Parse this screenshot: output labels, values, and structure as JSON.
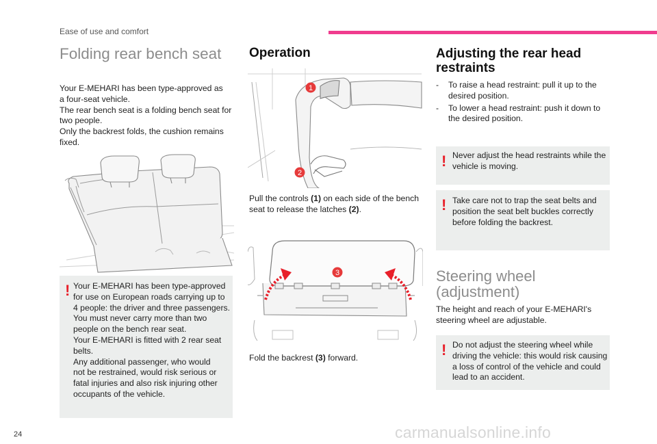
{
  "header": {
    "section": "Ease of use and comfort",
    "accent_color": "#f03c8e"
  },
  "col1": {
    "title": "Folding rear bench seat",
    "intro": [
      "Your E-MEHARI has been type-approved as",
      "a four-seat vehicle.",
      "The rear bench seat is a folding bench seat for",
      "two people.",
      "Only the backrest folds, the cushion remains",
      "fixed."
    ],
    "warning": [
      "Your E-MEHARI has been type-approved",
      "for use on European roads carrying up to",
      "4 people: the driver and three passengers.",
      "You must never carry more than two",
      "people on the bench rear seat.",
      "Your E-MEHARI is fitted with 2 rear seat",
      "belts.",
      "Any additional passenger, who would",
      "not be restrained, would risk serious or",
      "fatal injuries and also risk injuring other",
      "occupants of the vehicle."
    ]
  },
  "col2": {
    "title": "Operation",
    "callout1": "1",
    "callout2": "2",
    "callout3": "3",
    "para1_a": "Pull the controls ",
    "para1_b": "(1)",
    "para1_c": " on each side of the bench",
    "para1_d": "seat to release the latches ",
    "para1_e": "(2)",
    "para1_f": ".",
    "para2_a": "Fold the backrest ",
    "para2_b": "(3)",
    "para2_c": " forward."
  },
  "col3": {
    "title_line1": "Adjusting the rear head",
    "title_line2": "restraints",
    "bullets": [
      [
        "To raise a head restraint: pull it up to the",
        "desired position."
      ],
      [
        "To lower a head restraint: push it down to",
        "the desired position."
      ]
    ],
    "warning1": [
      "Never adjust the head restraints while the",
      "vehicle is moving."
    ],
    "warning2": [
      "Take care not to trap the seat belts and",
      "position the seat belt buckles correctly",
      "before folding the backrest."
    ],
    "steering_title_line1": "Steering wheel",
    "steering_title_line2": "(adjustment)",
    "steering_para": [
      "The height and reach of your E-MEHARI's",
      "steering wheel are adjustable."
    ],
    "warning3": [
      "Do not adjust the steering wheel while",
      "driving the vehicle: this would risk causing",
      "a loss of control of the vehicle and could",
      "lead to an accident."
    ]
  },
  "footer": {
    "page_number": "24",
    "watermark": "carmanualsonline.info"
  },
  "colors": {
    "warning_bang": "#e8202a",
    "warning_bg": "#eceeed",
    "callout": "#e63a3a"
  },
  "icons": [
    "warning-exclamation-icon",
    "red-arrow-icon"
  ]
}
